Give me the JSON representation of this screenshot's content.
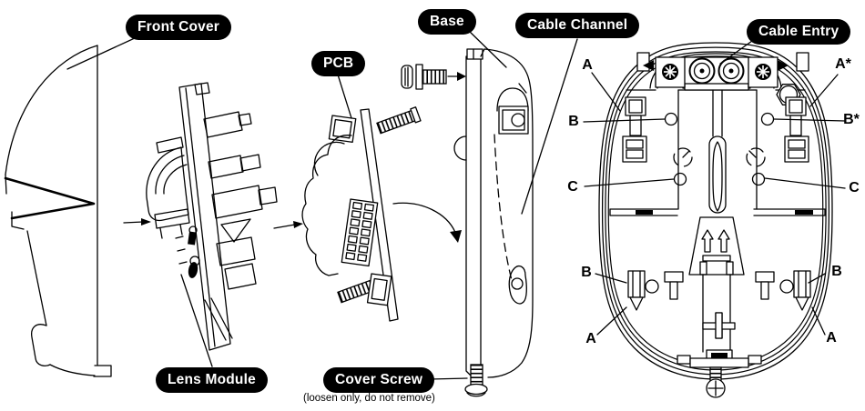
{
  "colors": {
    "background": "#ffffff",
    "line": "#000000",
    "label_background": "#000000",
    "label_text": "#ffffff"
  },
  "callouts": {
    "front_cover": "Front Cover",
    "lens_module": "Lens Module",
    "pcb": "PCB",
    "base": "Base",
    "cable_channel": "Cable Channel",
    "cable_entry": "Cable Entry",
    "cover_screw": "Cover Screw",
    "cover_screw_note": "(loosen only, do not remove)"
  },
  "markers": {
    "a_top_left": "A",
    "b_top_left": "B",
    "c_left": "C",
    "b_bottom_left": "B",
    "a_bottom_left": "A",
    "a_top_right": "A*",
    "b_top_right": "B*",
    "c_right": "C",
    "b_bottom_right": "B",
    "a_bottom_right": "A"
  }
}
